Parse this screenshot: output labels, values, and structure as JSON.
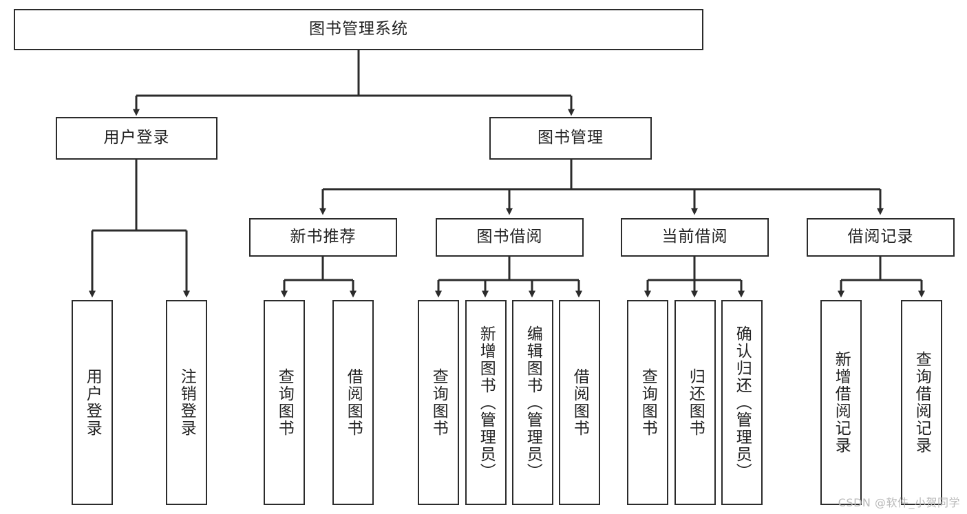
{
  "diagram": {
    "title": "图书管理系统",
    "watermark": "CSDN @软件_小贺同学",
    "colors": {
      "background": "#ffffff",
      "stroke": "#2b2b2b",
      "text": "#222222",
      "watermark": "#b9b9b9"
    },
    "root": {
      "label": "图书管理系统"
    },
    "level1": [
      {
        "label": "用户登录"
      },
      {
        "label": "图书管理"
      }
    ],
    "level2": [
      {
        "label": "新书推荐"
      },
      {
        "label": "图书借阅"
      },
      {
        "label": "当前借阅"
      },
      {
        "label": "借阅记录"
      }
    ],
    "leaves": {
      "user_login": [
        {
          "label": "用户登录"
        },
        {
          "label": "注销登录"
        }
      ],
      "new_book": [
        {
          "label": "查询图书"
        },
        {
          "label": "借阅图书"
        }
      ],
      "book_borrow": [
        {
          "label": "查询图书"
        },
        {
          "label": "新增图书（管理员）"
        },
        {
          "label": "编辑图书（管理员）"
        },
        {
          "label": "借阅图书"
        }
      ],
      "current_borrow": [
        {
          "label": "查询图书"
        },
        {
          "label": "归还图书"
        },
        {
          "label": "确认归还（管理员）"
        }
      ],
      "borrow_record": [
        {
          "label": "新增借阅记录"
        },
        {
          "label": "查询借阅记录"
        }
      ]
    }
  }
}
